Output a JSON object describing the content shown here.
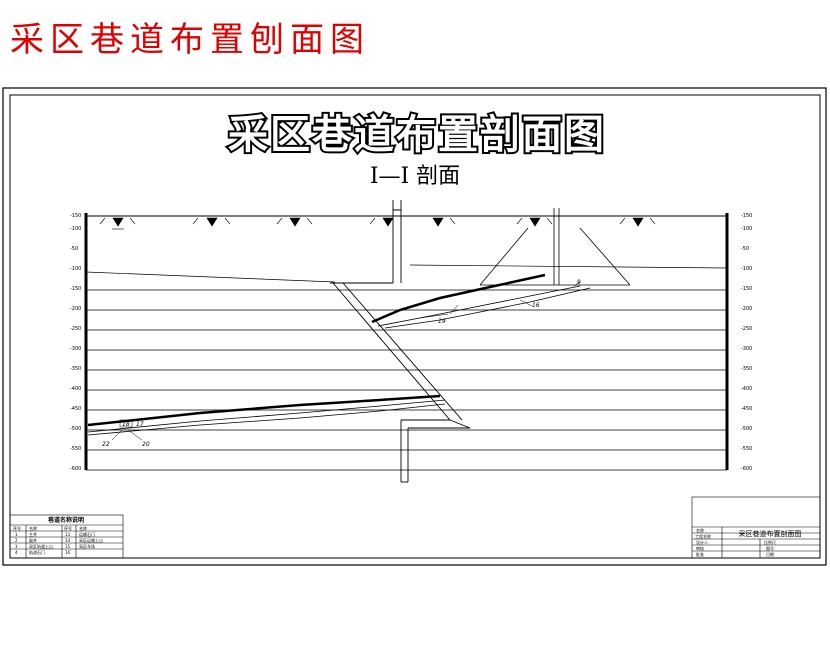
{
  "page": {
    "heading": "采区巷道布置刨面图"
  },
  "drawing": {
    "title": "采区巷道布置剖面图",
    "section_label": "I—I 剖面",
    "left_axis_ticks": [
      "-150",
      "-100",
      "-50",
      "-100",
      "-150",
      "-200",
      "-250",
      "-300",
      "-350",
      "-400",
      "-450",
      "-500",
      "-550",
      "-600"
    ],
    "right_axis_ticks": [
      "-150",
      "-100",
      "-50",
      "-100",
      "-150",
      "-200",
      "-250",
      "-300",
      "-350",
      "-400",
      "-450",
      "-500",
      "-550",
      "-600"
    ],
    "labels": {
      "label_9": "9",
      "label_16": "16",
      "label_19": "19",
      "label_18": "18",
      "label_17": "17",
      "label_22": "22",
      "label_20": "20"
    }
  },
  "legend_table": {
    "title": "巷道名称说明",
    "rows": [
      [
        "序号",
        "名称",
        "序号",
        "名称"
      ],
      [
        "1",
        "主井",
        "13",
        "运输石门"
      ],
      [
        "2",
        "副井",
        "14",
        "采区运输上山"
      ],
      [
        "3",
        "采区轨道上山",
        "15",
        "采区车场"
      ],
      [
        "4",
        "轨道石门",
        "16",
        ""
      ]
    ]
  },
  "title_block": {
    "rows": [
      [
        "名称",
        ""
      ],
      [
        "工程名称",
        "采区巷道布置剖面图"
      ],
      [
        "设计人",
        "比例尺"
      ],
      [
        "审核",
        "图号"
      ],
      [
        "批准",
        "日期"
      ]
    ]
  }
}
